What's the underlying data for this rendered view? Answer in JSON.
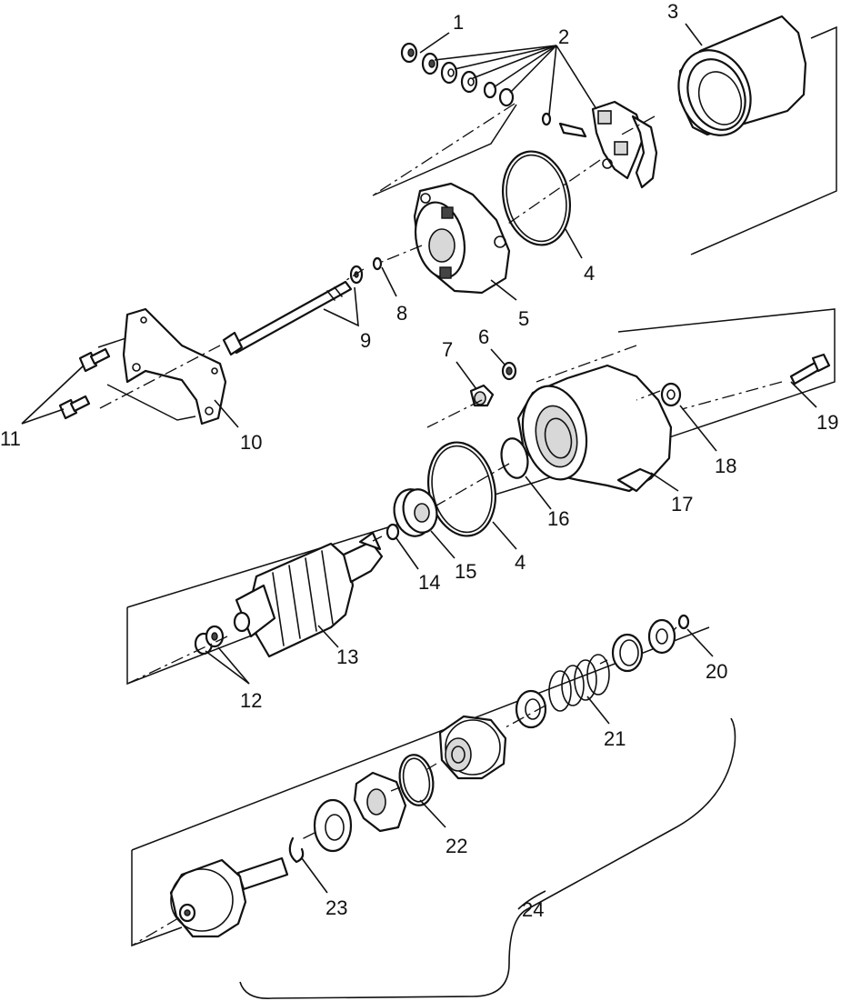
{
  "diagram": {
    "callouts": [
      {
        "id": "c1",
        "label": "1"
      },
      {
        "id": "c2",
        "label": "2"
      },
      {
        "id": "c3",
        "label": "3"
      },
      {
        "id": "c4a",
        "label": "4"
      },
      {
        "id": "c4b",
        "label": "4"
      },
      {
        "id": "c5",
        "label": "5"
      },
      {
        "id": "c6",
        "label": "6"
      },
      {
        "id": "c7",
        "label": "7"
      },
      {
        "id": "c8",
        "label": "8"
      },
      {
        "id": "c9",
        "label": "9"
      },
      {
        "id": "c10",
        "label": "10"
      },
      {
        "id": "c11",
        "label": "11"
      },
      {
        "id": "c12",
        "label": "12"
      },
      {
        "id": "c13",
        "label": "13"
      },
      {
        "id": "c14",
        "label": "14"
      },
      {
        "id": "c15",
        "label": "15"
      },
      {
        "id": "c16",
        "label": "16"
      },
      {
        "id": "c17",
        "label": "17"
      },
      {
        "id": "c18",
        "label": "18"
      },
      {
        "id": "c19",
        "label": "19"
      },
      {
        "id": "c20",
        "label": "20"
      },
      {
        "id": "c21",
        "label": "21"
      },
      {
        "id": "c22",
        "label": "22"
      },
      {
        "id": "c23",
        "label": "23"
      },
      {
        "id": "c24",
        "label": "24"
      }
    ]
  }
}
